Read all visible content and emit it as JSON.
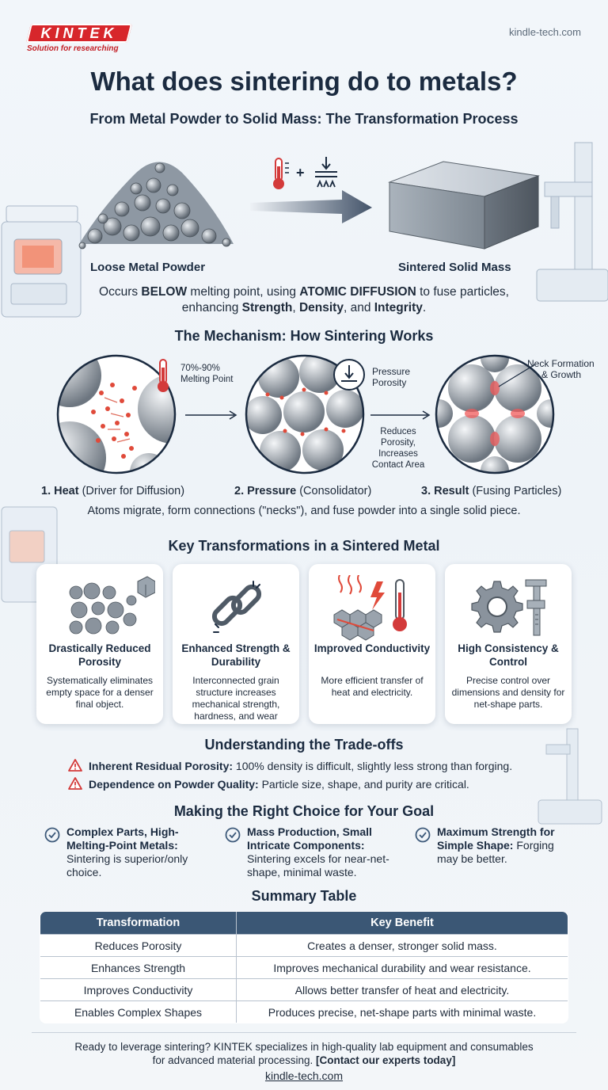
{
  "brand": {
    "logo_text": "KINTEK",
    "tagline": "Solution for researching",
    "site": "kindle-tech.com"
  },
  "title": "What does sintering do to metals?",
  "transformation": {
    "heading": "From Metal Powder to Solid Mass: The Transformation Process",
    "left_label": "Loose Metal Powder",
    "right_label": "Sintered Solid Mass",
    "plus": "+",
    "desc_parts": [
      "Occurs ",
      "BELOW",
      " melting point, using ",
      "ATOMIC DIFFUSION",
      " to fuse particles,",
      "enhancing ",
      "Strength",
      ", ",
      "Density",
      ", and ",
      "Integrity",
      "."
    ]
  },
  "mechanism": {
    "heading": "The Mechanism: How Sintering Works",
    "melting_note": [
      "70%-90%",
      "Melting Point"
    ],
    "pressure_note": [
      "Pressure",
      "Porosity"
    ],
    "reduces_note": [
      "Reduces",
      "Porosity,",
      "Increases",
      "Contact Area"
    ],
    "neck_note": [
      "Neck Formation",
      "& Growth"
    ],
    "steps": [
      {
        "bold": "1. Heat",
        "rest": " (Driver for Diffusion)"
      },
      {
        "bold": "2. Pressure",
        "rest": " (Consolidator)"
      },
      {
        "bold": "3. Result",
        "rest": " (Fusing Particles)"
      }
    ],
    "summary": "Atoms migrate, form connections (\"necks\"), and fuse powder into a single solid piece."
  },
  "key": {
    "heading": "Key Transformations in a Sintered Metal",
    "cards": [
      {
        "title": "Drastically Reduced Porosity",
        "body": "Systematically eliminates empty space for a denser final object."
      },
      {
        "title": "Enhanced Strength & Durability",
        "body": "Interconnected grain structure increases mechanical strength, hardness, and wear"
      },
      {
        "title": "Improved Conductivity",
        "body": "More efficient transfer of heat and electricity."
      },
      {
        "title": "High Consistency & Control",
        "body": "Precise control over dimensions and density for net-shape parts."
      }
    ]
  },
  "tradeoffs": {
    "heading": "Understanding the Trade-offs",
    "items": [
      {
        "bold": "Inherent Residual Porosity:",
        "rest": " 100% density is difficult, slightly less strong than forging."
      },
      {
        "bold": "Dependence on Powder Quality:",
        "rest": " Particle size, shape, and purity are critical."
      }
    ]
  },
  "choice": {
    "heading": "Making the Right Choice for Your Goal",
    "items": [
      {
        "bold": "Complex Parts, High-Melting-Point Metals:",
        "rest": " Sintering is superior/only choice."
      },
      {
        "bold": "Mass Production, Small Intricate Components:",
        "rest": " Sintering excels for near-net-shape, minimal waste."
      },
      {
        "bold": "Maximum Strength for Simple Shape:",
        "rest": " Forging may be better."
      }
    ]
  },
  "table": {
    "heading": "Summary Table",
    "columns": [
      "Transformation",
      "Key Benefit"
    ],
    "rows": [
      [
        "Reduces Porosity",
        "Creates a denser, stronger solid mass."
      ],
      [
        "Enhances Strength",
        "Improves mechanical durability and wear resistance."
      ],
      [
        "Improves Conductivity",
        "Allows better transfer of heat and electricity."
      ],
      [
        "Enables Complex Shapes",
        "Produces precise, net-shape parts with minimal waste."
      ]
    ]
  },
  "footer": {
    "line1": "Ready to leverage sintering? KINTEK specializes in high-quality lab equipment and consumables",
    "line2": "for advanced material processing.",
    "cta": "[Contact our experts today]",
    "link": "kindle-tech.com"
  },
  "colors": {
    "brand_red": "#d7262b",
    "navy": "#1b2b40",
    "table_header": "#3b5775",
    "warning": "#d33a3a",
    "check": "#3d5a7a"
  }
}
